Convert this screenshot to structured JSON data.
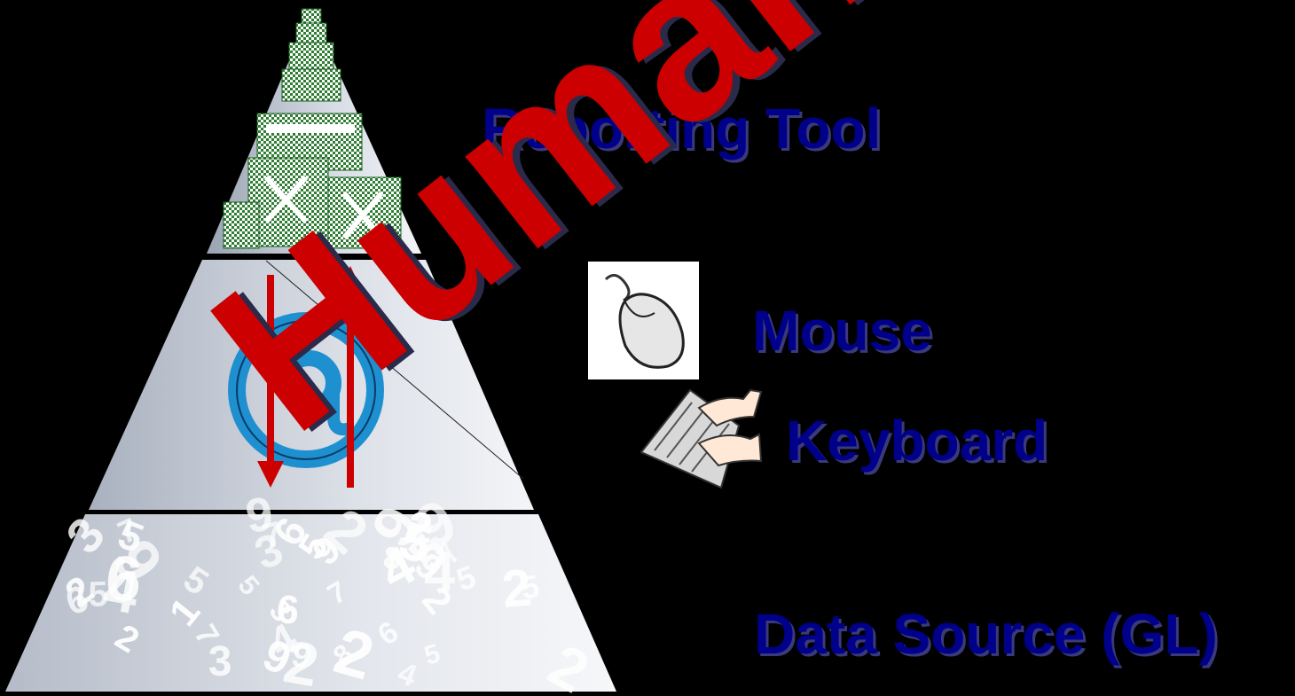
{
  "labels": {
    "reporting_tool": "Reporting Tool",
    "mouse": "Mouse",
    "keyboard": "Keyboard",
    "data_source": "Data Source (GL)"
  },
  "watermark": "Human Er",
  "pyramid_digits": [
    "7",
    "4",
    "5",
    "8",
    "9",
    "5",
    "7",
    "9",
    "5",
    "9",
    "6",
    "5",
    "3",
    "4",
    "2",
    "2",
    "6",
    "4",
    "9",
    "2",
    "9",
    "5",
    "7",
    "2",
    "5",
    "5",
    "3",
    "6",
    "2",
    "1",
    "7",
    "6",
    "3",
    "2",
    "9",
    "2",
    "6",
    "4",
    "5",
    "4",
    "5",
    "2",
    "9",
    "5",
    "8",
    "3",
    "2",
    "7",
    "9"
  ],
  "colors": {
    "background": "#000000",
    "label": "#00008b",
    "watermark": "#cc0000",
    "pyramid_fill": "#dfe3ea",
    "pyramid_band": "#000000",
    "chip_green": "#2e7d32",
    "at_blue": "#1e90d0",
    "arrow_red": "#cc0000"
  },
  "icons": {
    "top_tier": "stacked-report-windows-icon",
    "middle_tier": "at-sign-with-arrows-icon",
    "bottom_tier": "scattered-numbers-icon",
    "mouse": "mouse-icon",
    "keyboard": "hands-on-keyboard-icon"
  }
}
